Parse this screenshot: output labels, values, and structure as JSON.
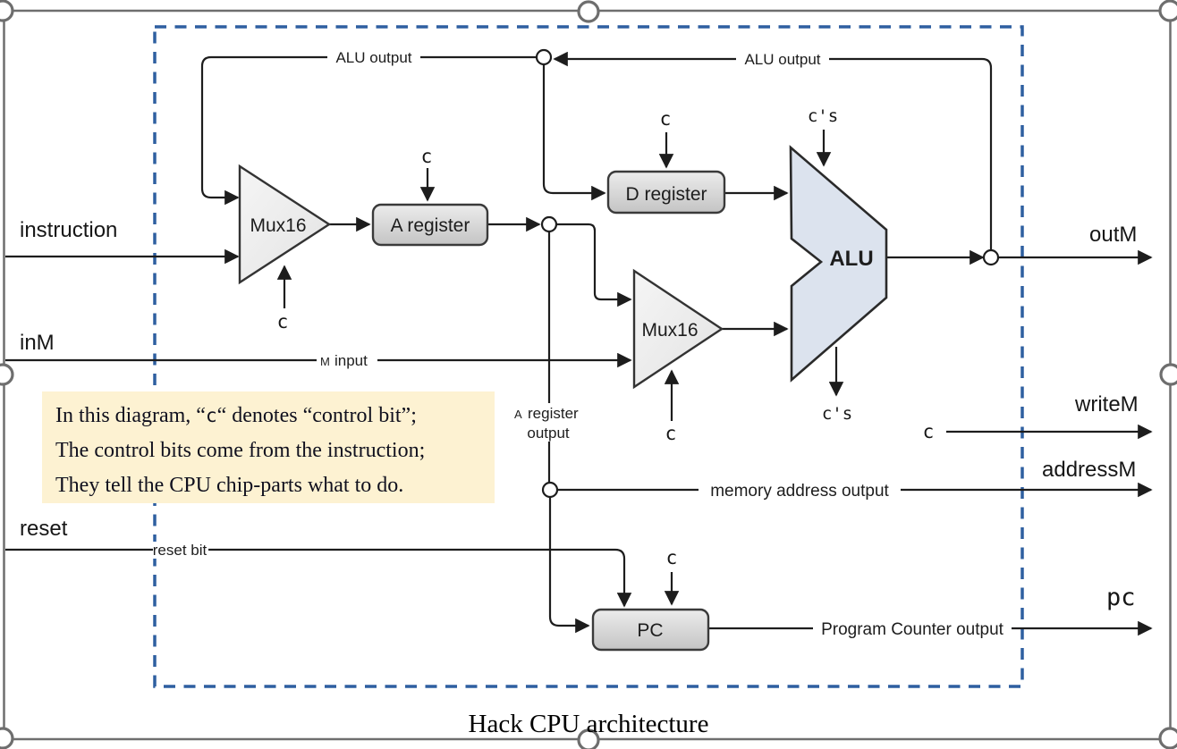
{
  "frame": {
    "title": "Hack CPU architecture"
  },
  "io": {
    "instruction": "instruction",
    "inM": "inM",
    "reset": "reset",
    "outM": "outM",
    "writeM": "writeM",
    "addressM": "addressM",
    "pc": "pc"
  },
  "components": {
    "mux1": "Mux16",
    "mux2": "Mux16",
    "a_register": "A register",
    "d_register": "D register",
    "alu": "ALU",
    "pc_register": "PC"
  },
  "wires": {
    "alu_output_left": "ALU output",
    "alu_output_right": "ALU output",
    "m_input_cap": "M",
    "m_input_rest": "input",
    "a_reg_out_cap": "A",
    "a_reg_out_rest": "register",
    "a_reg_out_line2": "output",
    "memory_address_output": "memory address output",
    "reset_bit": "reset bit",
    "program_counter_output": "Program Counter output"
  },
  "controls": {
    "c": "c",
    "cs": "c's"
  },
  "note": {
    "line1_pre": "In this diagram, “",
    "line1_c": "c",
    "line1_post": "“ denotes “control bit”;",
    "line2": "The control bits come from the instruction;",
    "line3": "They tell the CPU chip-parts what to do."
  },
  "colors": {
    "dashed_border": "#2e5fa0",
    "note_bg": "#fdf2d2",
    "alu_fill": "#dce3ee",
    "mux_fill": "#efefef",
    "register_fill_top": "#eaeaea",
    "register_fill_bottom": "#c6c6c6",
    "wire": "#1d1d1d",
    "frame": "#6e6e6e"
  }
}
